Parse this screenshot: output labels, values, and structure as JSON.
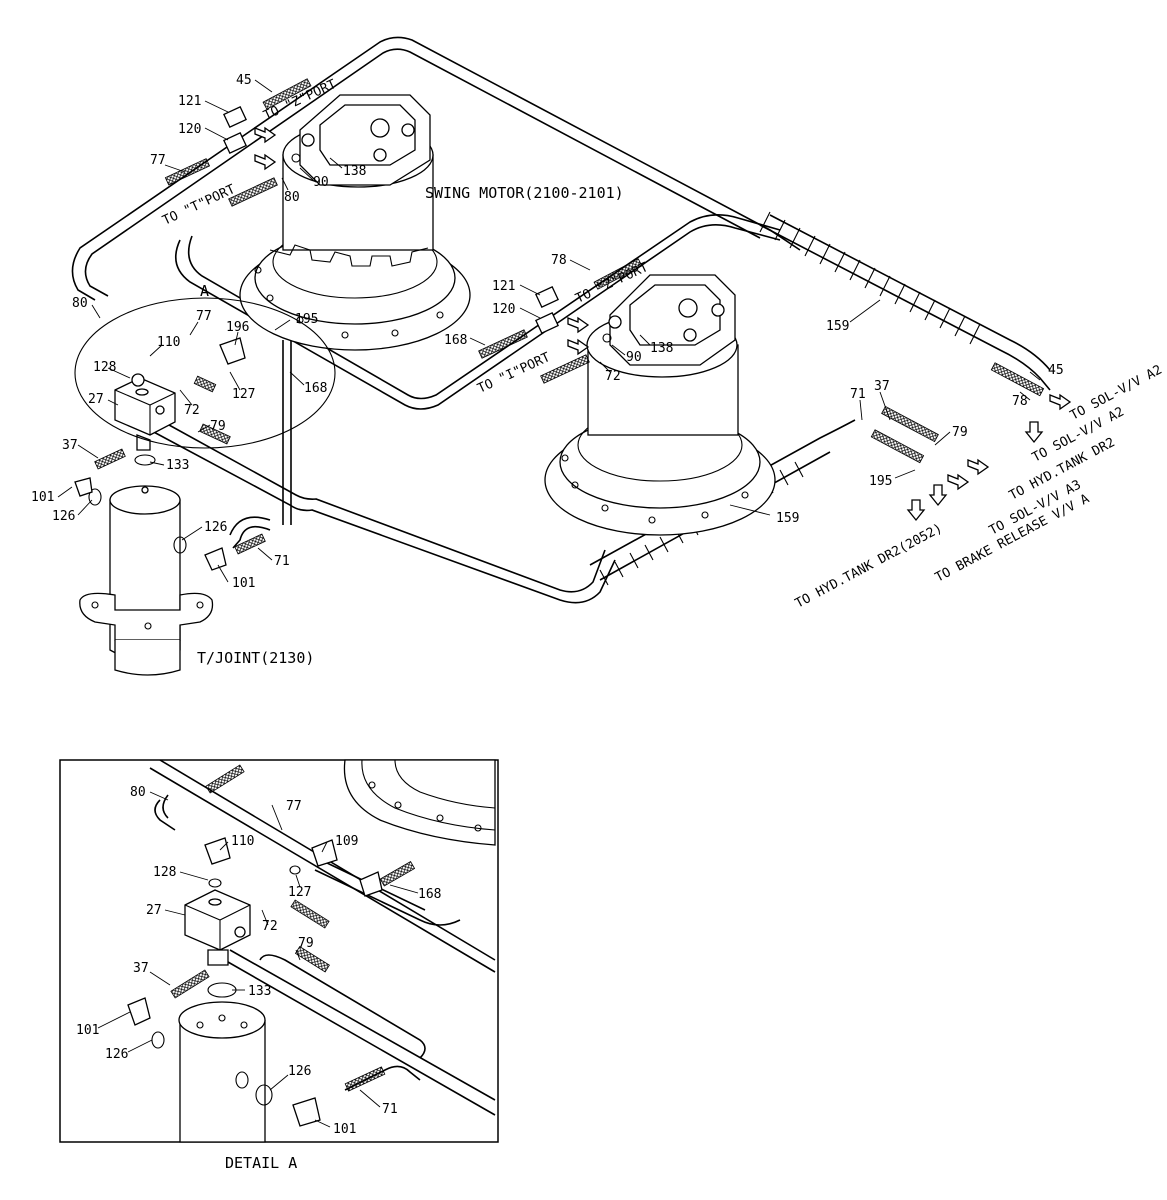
{
  "labels": {
    "swing_motor": "SWING MOTOR(2100-2101)",
    "t_joint": "T/JOINT(2130)",
    "detail_title": "DETAIL A",
    "detail_marker": "A",
    "to_t_port": "TO \"T\"PORT",
    "to_z_port": "TO \"Z\"PORT",
    "to_i_port": "TO \"I\"PORT",
    "to_z_port_2": "TO \"Z\"PORT",
    "dest_sol_a2_1": "TO SOL-V/V A2",
    "dest_sol_a2_2": "TO SOL-V/V A2",
    "dest_hyd_dr2": "TO HYD.TANK DR2",
    "dest_sol_a3": "TO SOL-V/V A3",
    "dest_brake": "TO BRAKE RELEASE V/V A",
    "dest_hyd_dr2_2052": "TO HYD.TANK DR2(2052)"
  },
  "callouts": {
    "c45a": "45",
    "c121a": "121",
    "c120a": "120",
    "c77a": "77",
    "c138a": "138",
    "c90a": "90",
    "c80a": "80",
    "c78": "78",
    "c121b": "121",
    "c120b": "120",
    "c168a": "168",
    "c90b": "90",
    "c138b": "138",
    "c72a": "72",
    "c159a": "159",
    "c45b": "45",
    "c78b": "78",
    "c71a": "71",
    "c37a": "37",
    "c79a": "79",
    "c195a": "195",
    "c159b": "159",
    "c80b": "80",
    "c77b": "77",
    "c196": "196",
    "c195b": "195",
    "c110a": "110",
    "c128a": "128",
    "c127a": "127",
    "c168b": "168",
    "c27a": "27",
    "c72b": "72",
    "c79b": "79",
    "c37b": "37",
    "c133a": "133",
    "c101a": "101",
    "c126a": "126",
    "c126b": "126",
    "c101b": "101",
    "c71b": "71",
    "d80": "80",
    "d77": "77",
    "d110": "110",
    "d109": "109",
    "d128": "128",
    "d127": "127",
    "d168": "168",
    "d27": "27",
    "d72": "72",
    "d79": "79",
    "d37": "37",
    "d133": "133",
    "d101a": "101",
    "d126a": "126",
    "d126b": "126",
    "d71": "71",
    "d101b": "101"
  }
}
